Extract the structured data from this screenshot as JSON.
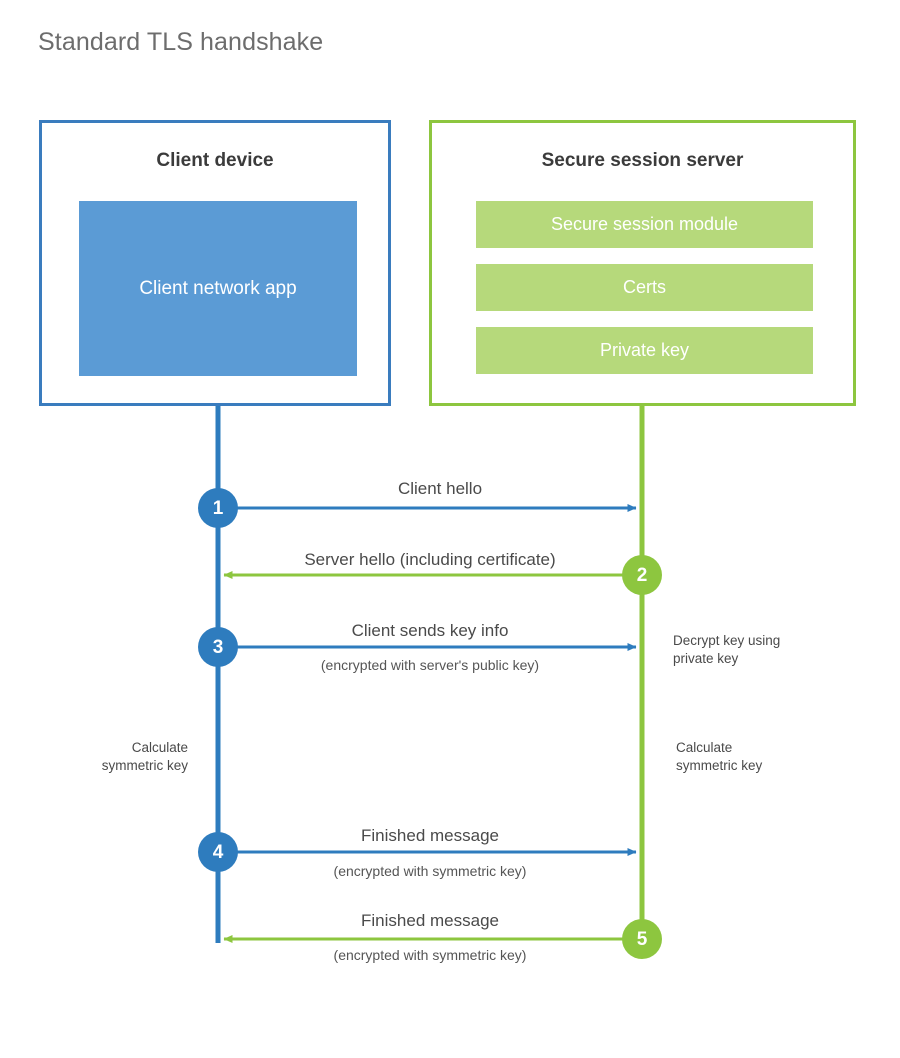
{
  "title": "Standard TLS handshake",
  "colors": {
    "client_accent": "#3a7cbe",
    "client_fill": "#5b9bd5",
    "client_circle": "#2e7cbe",
    "server_accent": "#8dc63f",
    "server_fill": "#b6d97b",
    "server_circle": "#8dc63f",
    "text": "#4a4a4a",
    "background": "#ffffff"
  },
  "client": {
    "title": "Client device",
    "app_label": "Client network\napp"
  },
  "server": {
    "title": "Secure session server",
    "blocks": [
      {
        "label": "Secure session module"
      },
      {
        "label": "Certs"
      },
      {
        "label": "Private key"
      }
    ]
  },
  "steps": [
    {
      "number": "1",
      "direction": "client-to-server",
      "color": "blue",
      "main_label": "Client hello",
      "sub_label": ""
    },
    {
      "number": "2",
      "direction": "server-to-client",
      "color": "green",
      "main_label": "Server hello (including certificate)",
      "sub_label": ""
    },
    {
      "number": "3",
      "direction": "client-to-server",
      "color": "blue",
      "main_label": "Client sends key info",
      "sub_label": "(encrypted with server's public key)"
    },
    {
      "number": "4",
      "direction": "client-to-server",
      "color": "blue",
      "main_label": "Finished message",
      "sub_label": "(encrypted with symmetric key)"
    },
    {
      "number": "5",
      "direction": "server-to-client",
      "color": "green",
      "main_label": "Finished message",
      "sub_label": "(encrypted with symmetric key)"
    }
  ],
  "annotations": {
    "server_decrypt": "Decrypt key using\nprivate key",
    "client_calc": "Calculate\nsymmetric key",
    "server_calc": "Calculate\nsymmetric key"
  }
}
